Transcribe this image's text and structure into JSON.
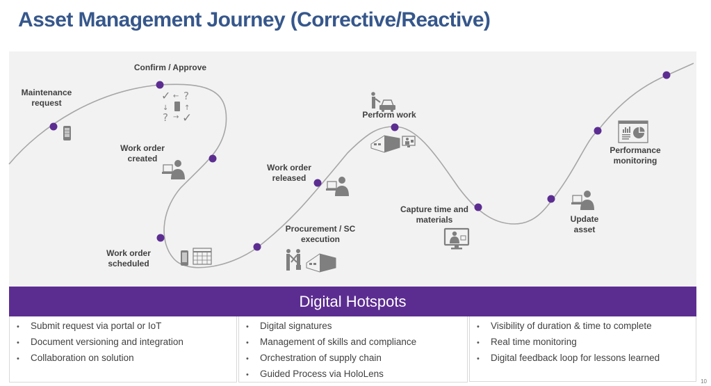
{
  "title": "Asset Management Journey (Corrective/Reactive)",
  "colors": {
    "title": "#36578b",
    "accent_purple": "#5c2d91",
    "dot": "#5c2d91",
    "path": "#a6a6a6",
    "icon": "#7f7f7f",
    "panel_bg": "#f2f2f2"
  },
  "journey": {
    "steps": [
      {
        "label": "Maintenance request",
        "icon": "mobile-phone-icon"
      },
      {
        "label": "Confirm / Approve",
        "icon": "approval-cycle-icon"
      },
      {
        "label": "Work order created",
        "icon": "person-laptop-icon"
      },
      {
        "label": "Work order scheduled",
        "icon": "phone-calendar-icon"
      },
      {
        "label": "Procurement / SC execution",
        "icon": "handshake-warehouse-icon"
      },
      {
        "label": "Work order released",
        "icon": "person-laptop-icon"
      },
      {
        "label": "Perform work",
        "icon": "person-car-icon"
      },
      {
        "label": "Capture time and materials",
        "icon": "monitor-person-icon"
      },
      {
        "label": "Update asset",
        "icon": "person-laptop-icon"
      },
      {
        "label": "Performance monitoring",
        "icon": "dashboard-chart-icon"
      }
    ]
  },
  "hotspots": {
    "heading": "Digital Hotspots",
    "columns": [
      {
        "items": [
          "Submit request via portal or IoT",
          "Document versioning and integration",
          "Collaboration on solution"
        ]
      },
      {
        "items": [
          "Digital signatures",
          "Management of skills and compliance",
          "Orchestration of supply chain",
          "Guided Process via HoloLens"
        ]
      },
      {
        "items": [
          "Visibility of duration & time to complete",
          "Real time monitoring",
          "Digital feedback loop for lessons learned"
        ]
      }
    ]
  },
  "page_number": "10"
}
